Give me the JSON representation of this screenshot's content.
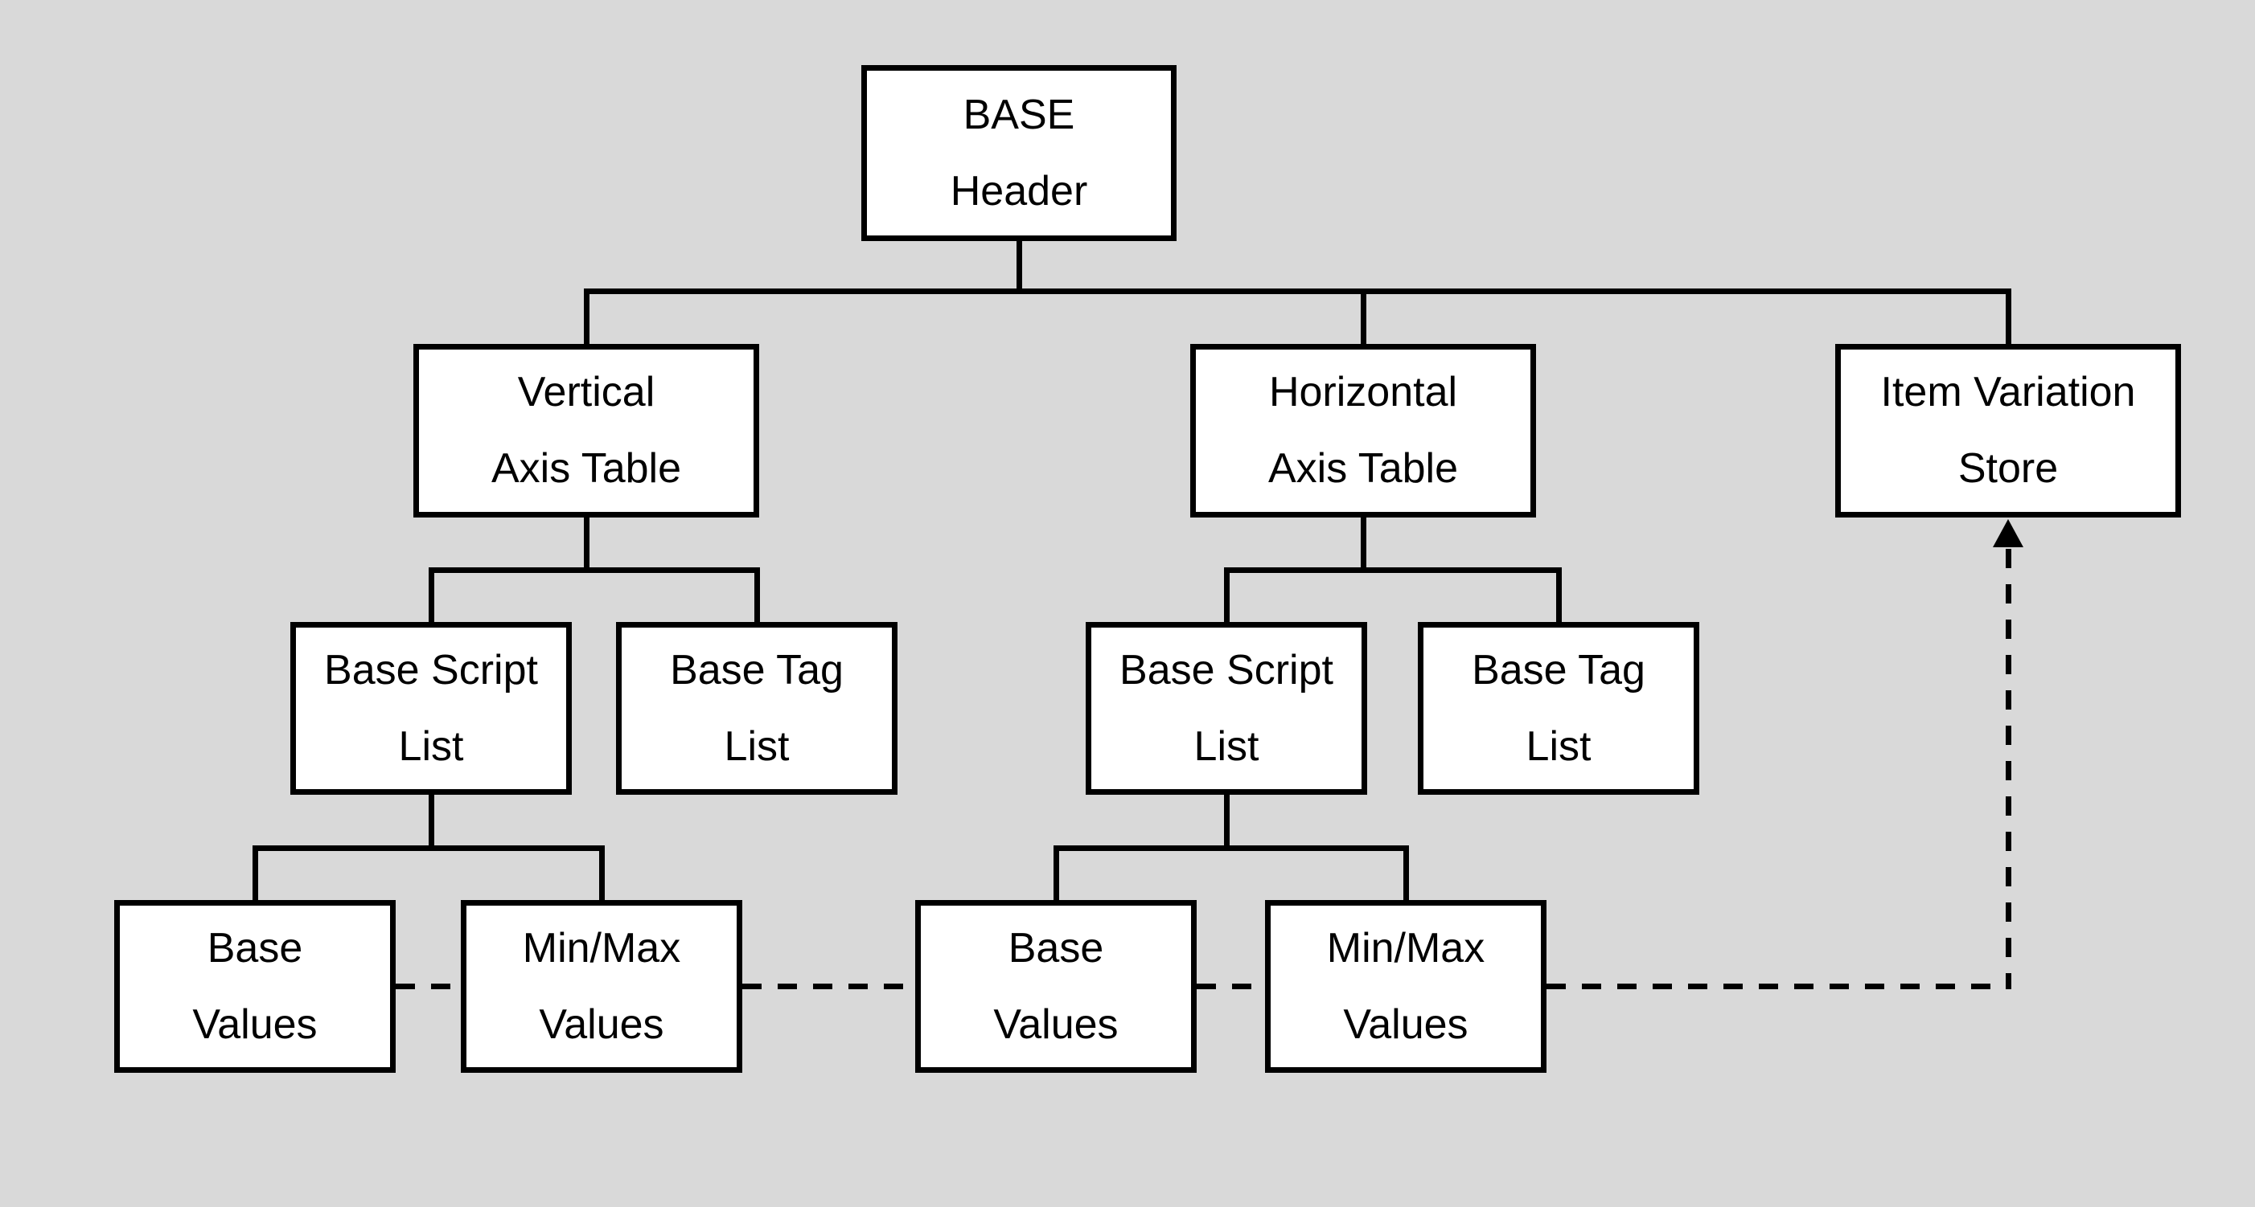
{
  "diagram": {
    "title": "BASE table structure diagram",
    "background_color": "#d9d9d9",
    "box_fill_color": "#ffffff",
    "line_color": "#000000",
    "nodes": [
      {
        "id": "base-header",
        "label": "BASE\nHeader"
      },
      {
        "id": "vertical-axis-table",
        "label": "Vertical\nAxis Table"
      },
      {
        "id": "horizontal-axis-table",
        "label": "Horizontal\nAxis Table"
      },
      {
        "id": "item-variation-store",
        "label": "Item Variation\nStore"
      },
      {
        "id": "base-script-list-vertical",
        "label": "Base Script\nList"
      },
      {
        "id": "base-tag-list-vertical",
        "label": "Base Tag\nList"
      },
      {
        "id": "base-script-list-horizontal",
        "label": "Base Script\nList"
      },
      {
        "id": "base-tag-list-horizontal",
        "label": "Base Tag\nList"
      },
      {
        "id": "base-values-vertical",
        "label": "Base\nValues"
      },
      {
        "id": "minmax-values-vertical",
        "label": "Min/Max\nValues"
      },
      {
        "id": "base-values-horizontal",
        "label": "Base\nValues"
      },
      {
        "id": "minmax-values-horizontal",
        "label": "Min/Max\nValues"
      }
    ],
    "edges": [
      {
        "from": "base-header",
        "to": "vertical-axis-table",
        "style": "solid"
      },
      {
        "from": "base-header",
        "to": "horizontal-axis-table",
        "style": "solid"
      },
      {
        "from": "base-header",
        "to": "item-variation-store",
        "style": "solid"
      },
      {
        "from": "vertical-axis-table",
        "to": "base-script-list-vertical",
        "style": "solid"
      },
      {
        "from": "vertical-axis-table",
        "to": "base-tag-list-vertical",
        "style": "solid"
      },
      {
        "from": "horizontal-axis-table",
        "to": "base-script-list-horizontal",
        "style": "solid"
      },
      {
        "from": "horizontal-axis-table",
        "to": "base-tag-list-horizontal",
        "style": "solid"
      },
      {
        "from": "base-script-list-vertical",
        "to": "base-values-vertical",
        "style": "solid"
      },
      {
        "from": "base-script-list-vertical",
        "to": "minmax-values-vertical",
        "style": "solid"
      },
      {
        "from": "base-script-list-horizontal",
        "to": "base-values-horizontal",
        "style": "solid"
      },
      {
        "from": "base-script-list-horizontal",
        "to": "minmax-values-horizontal",
        "style": "solid"
      },
      {
        "from": "base-values-vertical",
        "to": "minmax-values-vertical",
        "style": "dashed"
      },
      {
        "from": "minmax-values-vertical",
        "to": "base-values-horizontal",
        "style": "dashed"
      },
      {
        "from": "base-values-horizontal",
        "to": "minmax-values-horizontal",
        "style": "dashed"
      },
      {
        "from": "minmax-values-horizontal",
        "to": "item-variation-store",
        "style": "dashed-arrow"
      }
    ]
  }
}
